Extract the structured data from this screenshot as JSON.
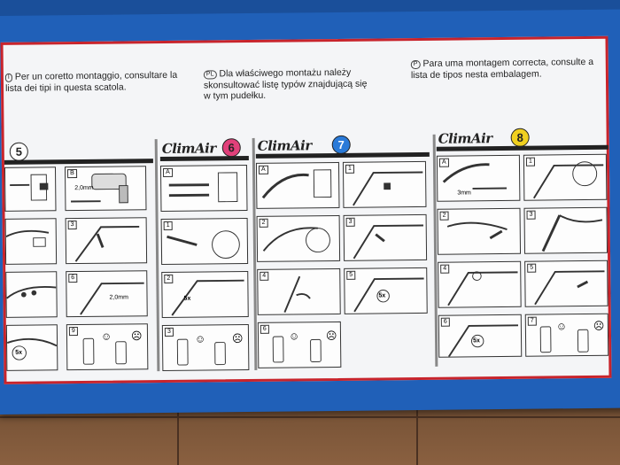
{
  "instructions": {
    "it": {
      "code": "I",
      "text": "Per un coretto montaggio, consultare la lista dei tipi in questa scatola."
    },
    "pl": {
      "code": "PL",
      "text": "Dla właściwego montażu należy skonsultować listę typów znajdującą się w tym pudełku."
    },
    "pt": {
      "code": "P",
      "text": "Para uma montagem correcta, consulte a lista de tipos nesta embalagem."
    }
  },
  "brand": "ClimAir",
  "sections": [
    {
      "number": "5",
      "color": "#ffffff",
      "steps": [
        "B",
        "3",
        "6",
        "9"
      ],
      "labels": {
        "size_a": "2,0mm",
        "size_b": "2,0mm"
      }
    },
    {
      "number": "6",
      "color": "#e0407a",
      "steps": [
        "A",
        "1",
        "2",
        "3"
      ]
    },
    {
      "number": "7",
      "color": "#2a7ad8",
      "steps": [
        "A",
        "1",
        "2",
        "3",
        "4",
        "5",
        "6"
      ]
    },
    {
      "number": "8",
      "color": "#f0d020",
      "steps": [
        "A",
        "1",
        "2",
        "3",
        "4",
        "5",
        "6",
        "7"
      ],
      "labels": {
        "size_a": "3mm"
      }
    }
  ],
  "marks": {
    "times": "5x",
    "smile": "☺",
    "frown": "☹"
  }
}
